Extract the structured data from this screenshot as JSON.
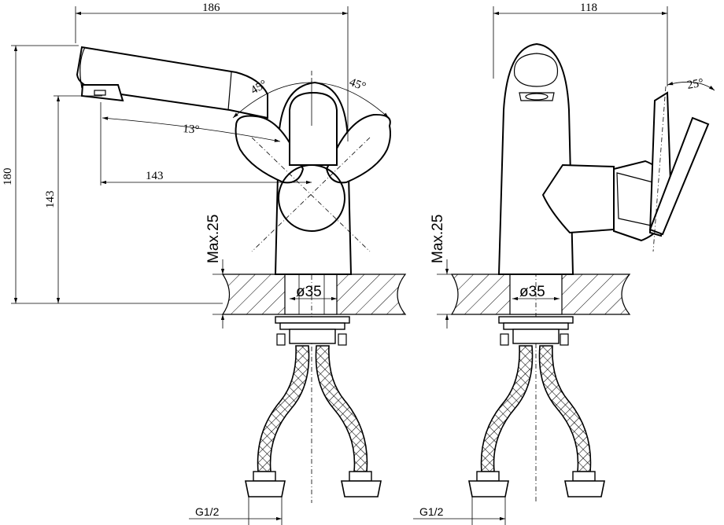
{
  "drawing": {
    "front_view": {
      "width_label": "186",
      "height_label": "180",
      "spout_height_label": "143",
      "spout_reach_label": "143",
      "handle_angle_left": "45°",
      "handle_angle_right": "45°",
      "spout_angle": "13°",
      "max_thickness_label": "Max.25",
      "hole_diameter_label": "ø35",
      "thread_label": "G1/2"
    },
    "side_view": {
      "width_label": "118",
      "handle_tilt_label": "25°",
      "max_thickness_label": "Max.25",
      "hole_diameter_label": "ø35",
      "thread_label": "G1/2"
    }
  }
}
